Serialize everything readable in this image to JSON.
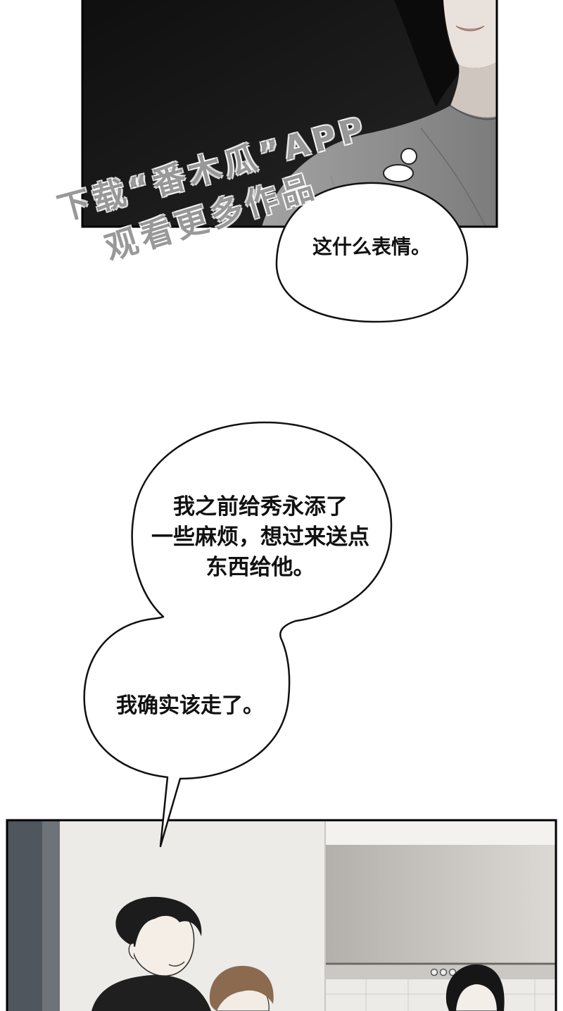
{
  "watermark": {
    "line1": "下载“番木瓜”APP",
    "line2": "观看更多作品"
  },
  "bubbles": {
    "top": "这什么表情。",
    "middle": [
      "我之前给秀永添了",
      "一些麻烦，想过来送点",
      "东西给他。"
    ],
    "bottom": "我确实该走了。"
  },
  "colors": {
    "panel_border": "#000000",
    "night_background": "#151515",
    "shirt": "#8c8c8c",
    "room_wall": "#ecebe8"
  }
}
